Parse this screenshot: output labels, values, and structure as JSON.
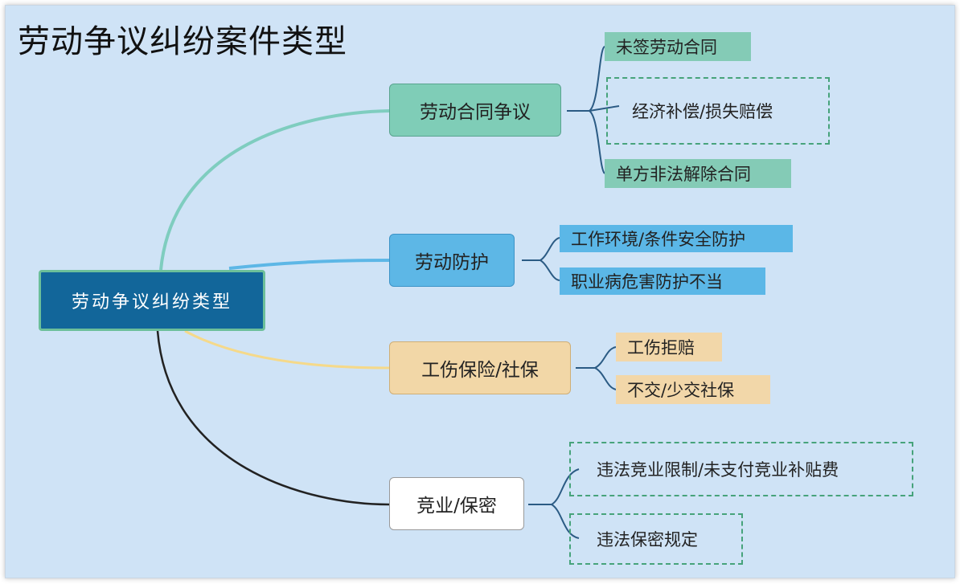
{
  "title": "劳动争议纠纷案件类型",
  "root": {
    "label": "劳动争议纠纷类型"
  },
  "branches": [
    {
      "label": "劳动合同争议",
      "color": "#7fcdb7",
      "leaves": [
        "未签劳动合同",
        "经济补偿/损失赔偿",
        "单方非法解除合同"
      ]
    },
    {
      "label": "劳动防护",
      "color": "#5db7e6",
      "leaves": [
        "工作环境/条件安全防护",
        "职业病危害防护不当"
      ]
    },
    {
      "label": "工伤保险/社保",
      "color": "#f2d7a7",
      "leaves": [
        "工伤拒赔",
        "不交/少交社保"
      ]
    },
    {
      "label": "竞业/保密",
      "color": "#ffffff",
      "leaves": [
        "违法竞业限制/未支付竞业补贴费",
        "违法保密规定"
      ]
    }
  ],
  "colors": {
    "root": "#12669a",
    "background": "#cfe3f6",
    "dashed": "#47a37b",
    "link_green": "#7fcdbf",
    "link_blue": "#5db7e6",
    "link_yellow": "#f5d98a",
    "link_black": "#222222",
    "connector": "#2b5b84"
  }
}
